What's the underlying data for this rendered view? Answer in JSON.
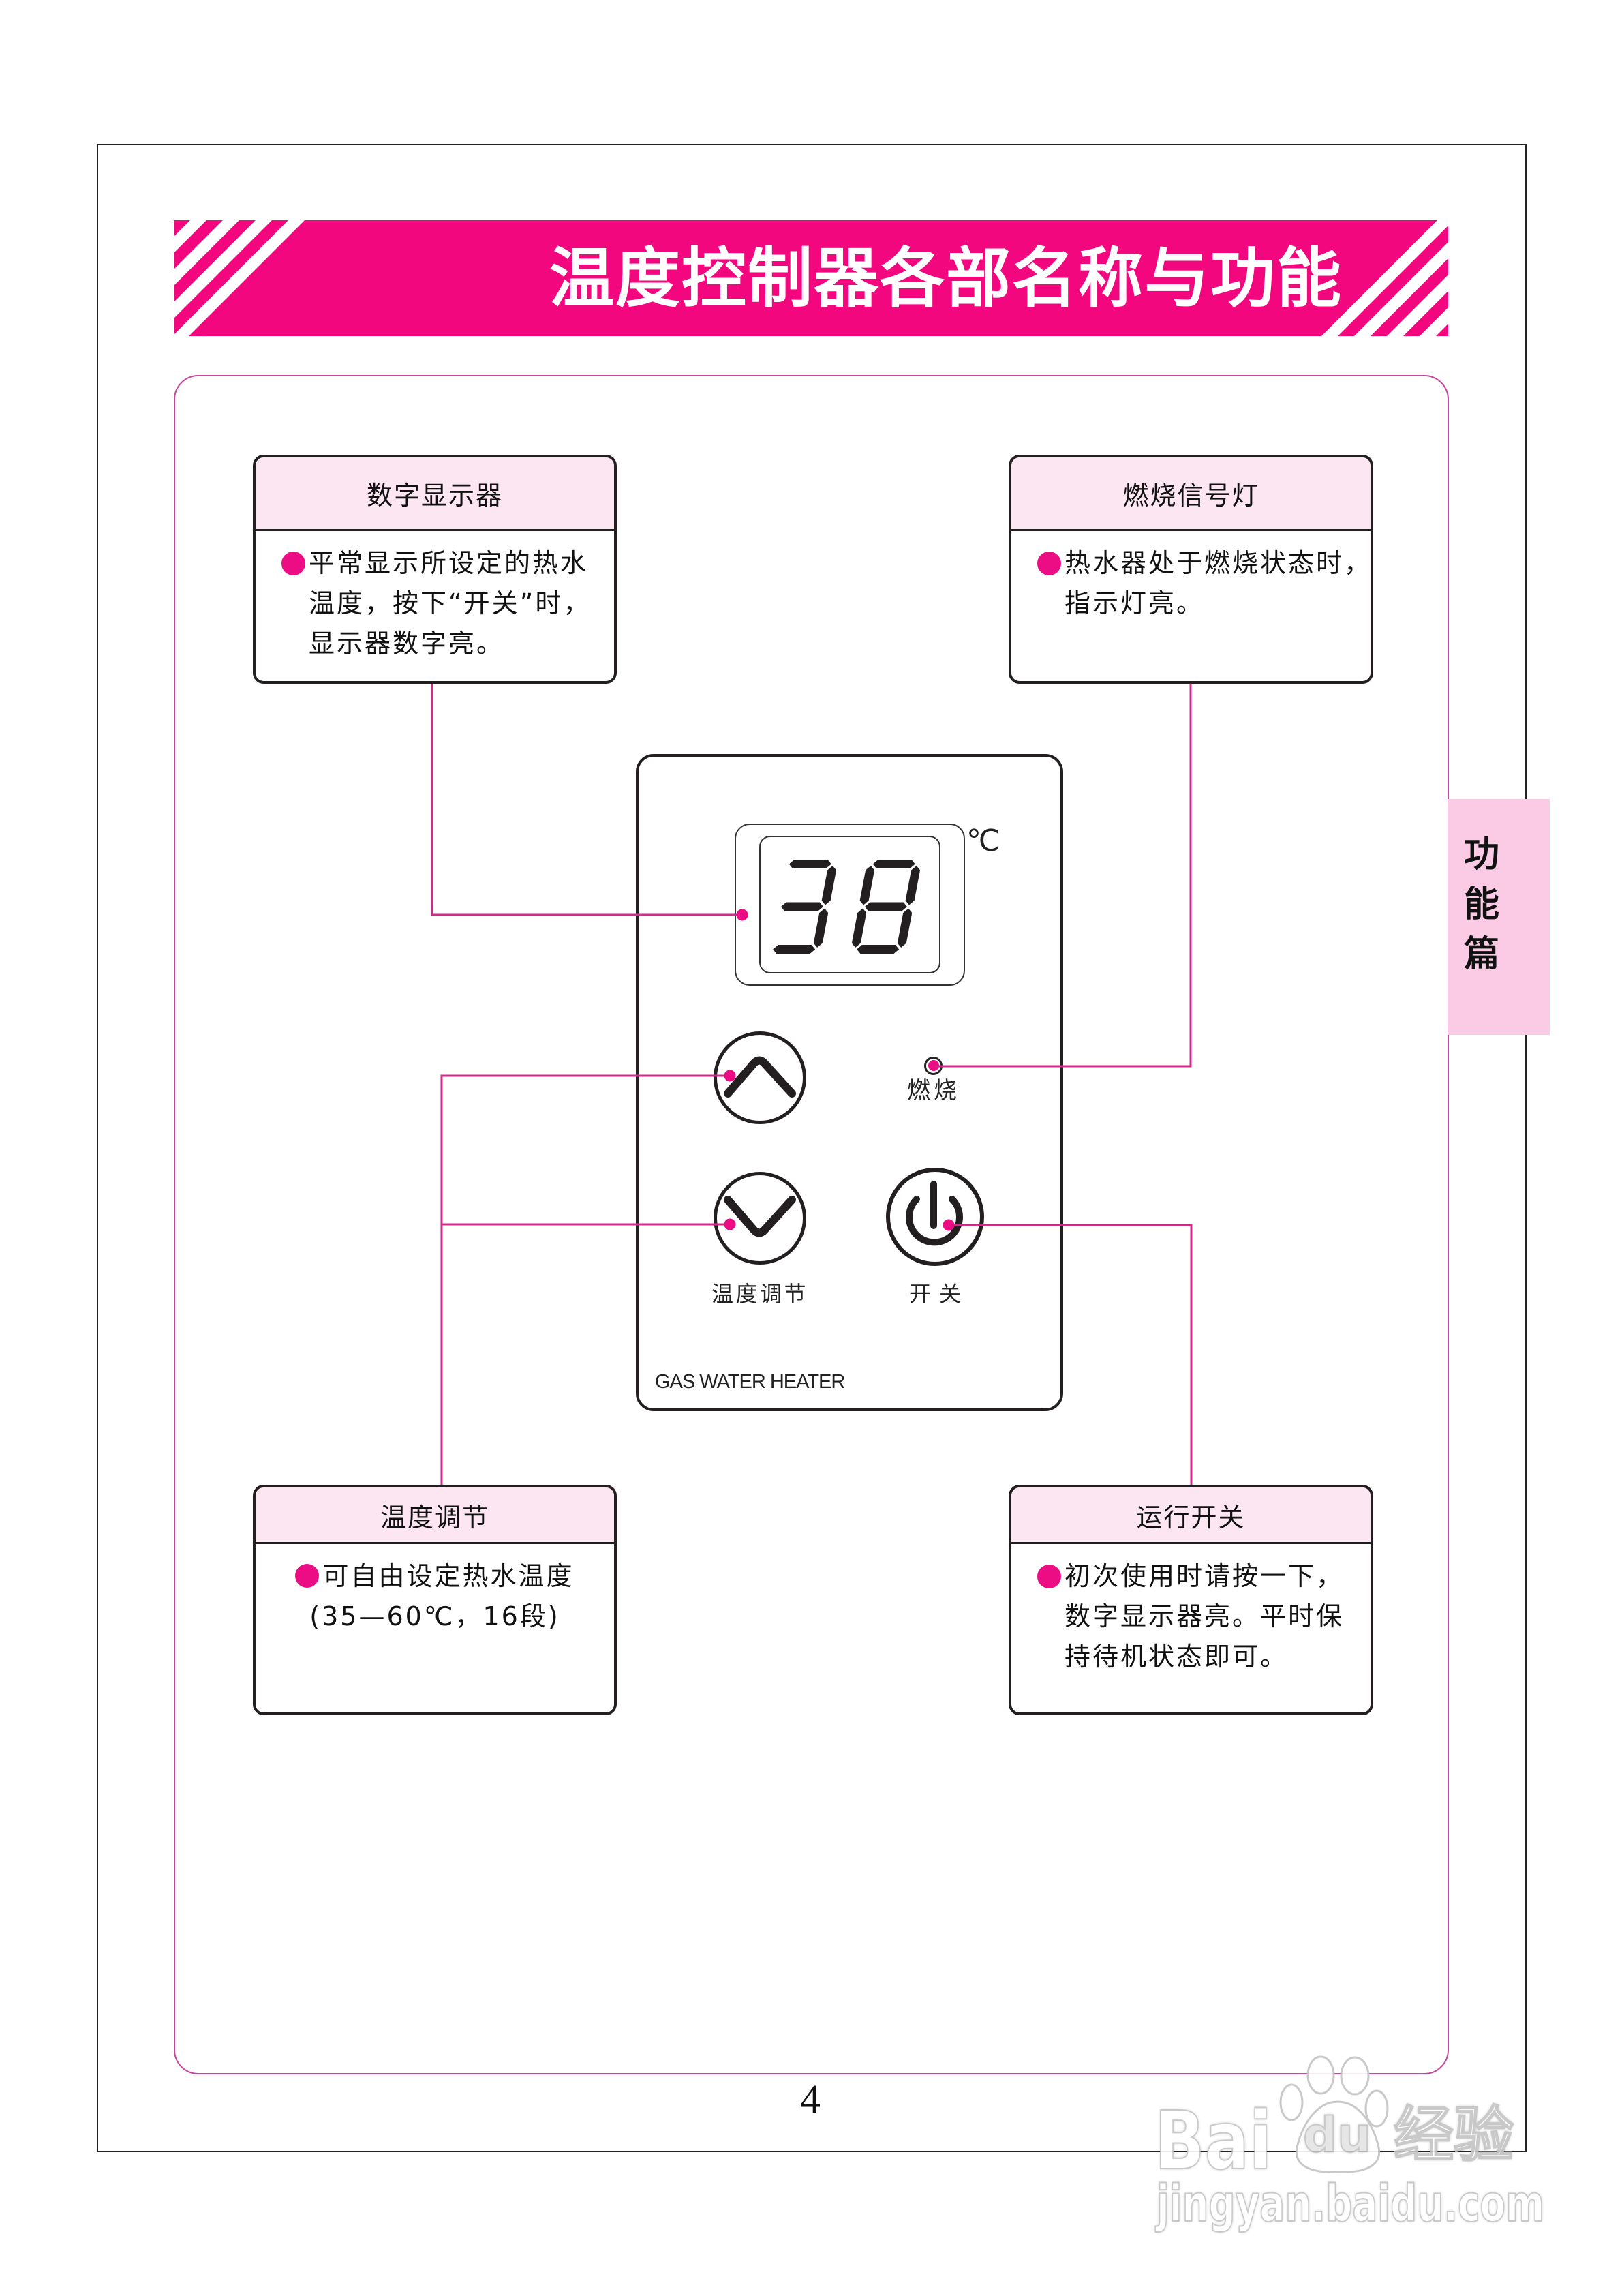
{
  "page": {
    "number": "4"
  },
  "banner": {
    "title": "温度控制器各部名称与功能"
  },
  "side_tab": {
    "label": "功能篇",
    "chars": [
      "功",
      "能",
      "篇"
    ]
  },
  "callouts": {
    "display": {
      "title": "数字显示器",
      "lines": [
        "平常显示所设定的热水",
        "温度，按下“开关”时，",
        "显示器数字亮。"
      ]
    },
    "burn_light": {
      "title": "燃烧信号灯",
      "lines": [
        "热水器处于燃烧状态时，",
        "指示灯亮。"
      ]
    },
    "temp_adjust": {
      "title": "温度调节",
      "lines": [
        "可自由设定热水温度",
        "(35—60℃，16段)"
      ]
    },
    "power_switch": {
      "title": "运行开关",
      "lines": [
        "初次使用时请按一下，",
        "数字显示器亮。平时保",
        "持待机状态即可。"
      ]
    }
  },
  "panel": {
    "display_value": "38",
    "unit": "℃",
    "burn_label": "燃烧",
    "temp_label": "温度调节",
    "power_label": "开关",
    "brand": "GAS WATER HEATER",
    "icons": {
      "up": "chevron-up-icon",
      "down": "chevron-down-icon",
      "power": "power-icon",
      "bullet": "bullet-dot-icon"
    }
  },
  "colors": {
    "brand_pink": "#F2077E",
    "connector": "#D12A8A",
    "dot": "#EC0C84",
    "header_bg": "#FCE6F2",
    "tab_bg": "#FBCBE6",
    "frame": "#C5479B"
  },
  "watermark": {
    "logo_left": "Bai",
    "logo_paw": "du",
    "logo_right": "经验",
    "url": "jingyan.baidu.com"
  }
}
